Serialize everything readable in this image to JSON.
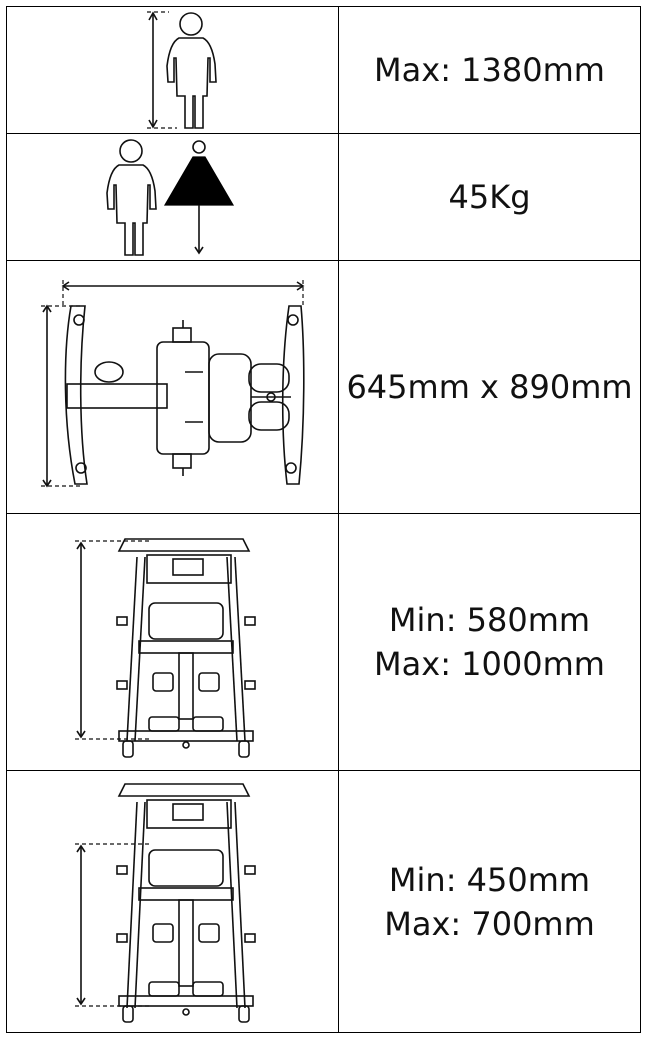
{
  "rows": [
    {
      "value_lines": [
        "Max: 1380mm"
      ],
      "icons": [
        "person-height-icon"
      ]
    },
    {
      "value_lines": [
        "45Kg"
      ],
      "icons": [
        "person-icon",
        "weight-icon"
      ]
    },
    {
      "value_lines": [
        "645mm x 890mm"
      ],
      "icons": [
        "stander-top-view-icon"
      ]
    },
    {
      "value_lines": [
        "Min: 580mm",
        "Max: 1000mm"
      ],
      "icons": [
        "stander-front-height-icon"
      ]
    },
    {
      "value_lines": [
        "Min: 450mm",
        "Max: 700mm"
      ],
      "icons": [
        "stander-front-height-icon"
      ]
    }
  ]
}
